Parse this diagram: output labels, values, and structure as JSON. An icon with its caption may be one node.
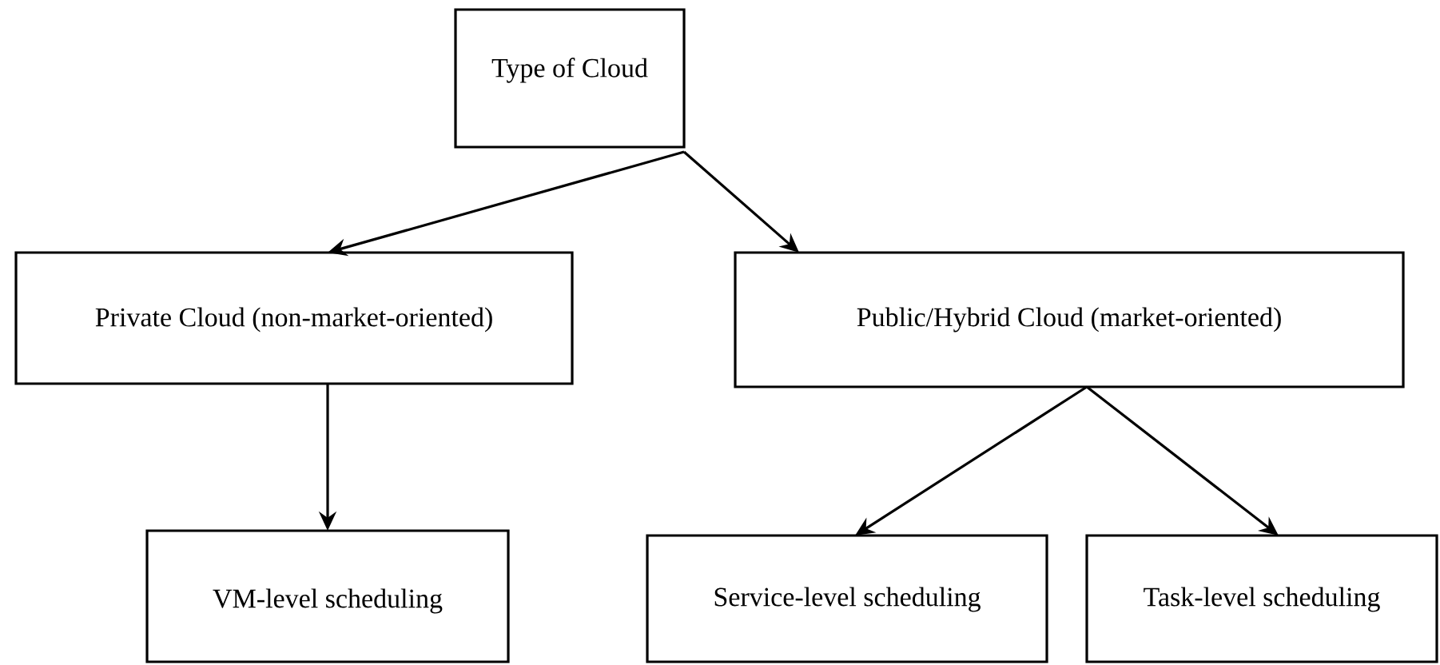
{
  "diagram": {
    "nodes": [
      {
        "text": [
          "Type of Cloud"
        ]
      },
      {
        "text": [
          "Private Cloud (non-market-oriented)"
        ]
      },
      {
        "text": [
          "Public/Hybrid Cloud (market-oriented)"
        ]
      },
      {
        "text": [
          "VM-level scheduling"
        ]
      },
      {
        "text": [
          "Service-level scheduling"
        ]
      },
      {
        "text": [
          "Task-level scheduling"
        ]
      }
    ],
    "edges": [
      {
        "from": 0,
        "to": 1,
        "arrow": "to"
      },
      {
        "from": 0,
        "to": 2,
        "arrow": "to"
      },
      {
        "from": 1,
        "to": 3,
        "arrow": "to"
      },
      {
        "from": 2,
        "to": 4,
        "arrow": "to"
      },
      {
        "from": 2,
        "to": 5,
        "arrow": "to"
      }
    ]
  }
}
